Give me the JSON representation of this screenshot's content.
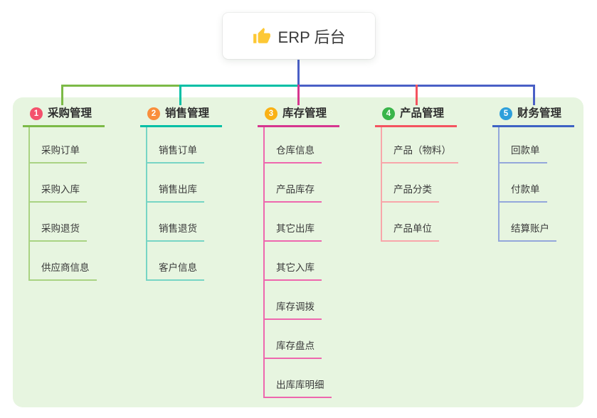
{
  "root": {
    "label": "ERP 后台",
    "icon": "thumbs-up-icon",
    "icon_color": "#fdc835",
    "stem_color": "#4a5fc6"
  },
  "connector": {
    "segment_left_color": "#7cba47",
    "segment_middle_color": "#00bfa5",
    "segment_right_color": "#4a5fc6"
  },
  "panel_color": "#e7f5e0",
  "branches": [
    {
      "index": "1",
      "label": "采购管理",
      "badge_color": "#f4516c",
      "line_color": "#7cba47",
      "child_line_color": "#a9d383",
      "children": [
        "采购订单",
        "采购入库",
        "采购退货",
        "供应商信息"
      ]
    },
    {
      "index": "2",
      "label": "销售管理",
      "badge_color": "#f98e3c",
      "line_color": "#00bfa5",
      "child_line_color": "#77d5c5",
      "children": [
        "销售订单",
        "销售出库",
        "销售退货",
        "客户信息"
      ]
    },
    {
      "index": "3",
      "label": "库存管理",
      "badge_color": "#f9b115",
      "line_color": "#d6368f",
      "child_line_color": "#ee67ae",
      "children": [
        "仓库信息",
        "产品库存",
        "其它出库",
        "其它入库",
        "库存调拨",
        "库存盘点",
        "出库库明细"
      ]
    },
    {
      "index": "4",
      "label": "产品管理",
      "badge_color": "#39b54a",
      "line_color": "#f4535f",
      "child_line_color": "#f8a6aa",
      "children": [
        "产品（物料）",
        "产品分类",
        "产品单位"
      ]
    },
    {
      "index": "5",
      "label": "财务管理",
      "badge_color": "#2d9fdb",
      "line_color": "#3e62c4",
      "child_line_color": "#93a7db",
      "children": [
        "回款单",
        "付款单",
        "结算账户"
      ]
    }
  ]
}
